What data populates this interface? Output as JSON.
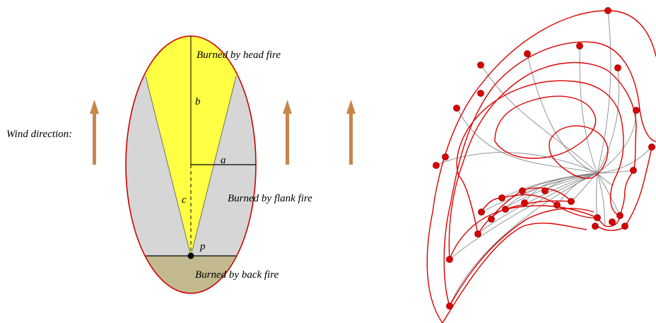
{
  "left_diagram": {
    "wind_label": "Wind direction:",
    "head_label": "Burned by head fire",
    "flank_label": "Burned by flank fire",
    "back_label": "Burned by back fire",
    "vars": {
      "a": "a",
      "b": "b",
      "c": "c",
      "p": "p"
    },
    "colors": {
      "ellipse_stroke": "#cc0000",
      "head": "#ffff44",
      "flank": "#d6d6d6",
      "back": "#c2b98f",
      "arrow": "#c8864a",
      "line": "#000000"
    }
  },
  "right_diagram": {
    "colors": {
      "contour": "#dd0000",
      "ray": "#888888",
      "marker_fill": "#dd0000",
      "marker_stroke": "#880000"
    }
  }
}
